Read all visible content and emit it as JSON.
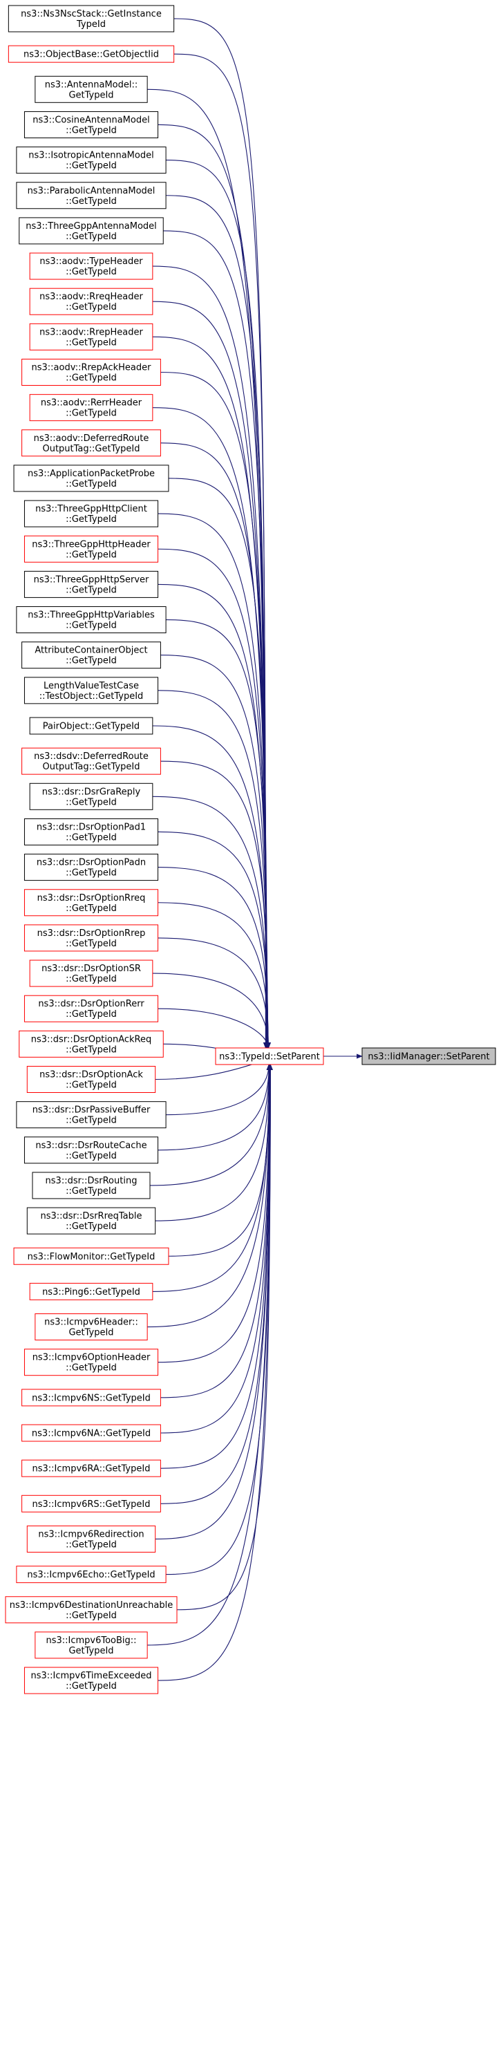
{
  "colors": {
    "edge": "#191970",
    "border_default": "#000000",
    "border_red": "#ff0000",
    "highlight_fill": "#bfbfbf"
  },
  "center": {
    "label": [
      "ns3::TypeId::SetParent"
    ],
    "border": "red"
  },
  "target": {
    "label": [
      "ns3::IidManager::SetParent"
    ],
    "border": "black",
    "highlight": true
  },
  "callers": [
    {
      "label": [
        "ns3::Ns3NscStack::GetInstance",
        "TypeId"
      ],
      "border": "black"
    },
    {
      "label": [
        "ns3::ObjectBase::GetObjectIid"
      ],
      "border": "red"
    },
    {
      "label": [
        "ns3::AntennaModel::",
        "GetTypeId"
      ],
      "border": "black"
    },
    {
      "label": [
        "ns3::CosineAntennaModel",
        "::GetTypeId"
      ],
      "border": "black"
    },
    {
      "label": [
        "ns3::IsotropicAntennaModel",
        "::GetTypeId"
      ],
      "border": "black"
    },
    {
      "label": [
        "ns3::ParabolicAntennaModel",
        "::GetTypeId"
      ],
      "border": "black"
    },
    {
      "label": [
        "ns3::ThreeGppAntennaModel",
        "::GetTypeId"
      ],
      "border": "black"
    },
    {
      "label": [
        "ns3::aodv::TypeHeader",
        "::GetTypeId"
      ],
      "border": "red"
    },
    {
      "label": [
        "ns3::aodv::RreqHeader",
        "::GetTypeId"
      ],
      "border": "red"
    },
    {
      "label": [
        "ns3::aodv::RrepHeader",
        "::GetTypeId"
      ],
      "border": "red"
    },
    {
      "label": [
        "ns3::aodv::RrepAckHeader",
        "::GetTypeId"
      ],
      "border": "red"
    },
    {
      "label": [
        "ns3::aodv::RerrHeader",
        "::GetTypeId"
      ],
      "border": "red"
    },
    {
      "label": [
        "ns3::aodv::DeferredRoute",
        "OutputTag::GetTypeId"
      ],
      "border": "red"
    },
    {
      "label": [
        "ns3::ApplicationPacketProbe",
        "::GetTypeId"
      ],
      "border": "black"
    },
    {
      "label": [
        "ns3::ThreeGppHttpClient",
        "::GetTypeId"
      ],
      "border": "black"
    },
    {
      "label": [
        "ns3::ThreeGppHttpHeader",
        "::GetTypeId"
      ],
      "border": "red"
    },
    {
      "label": [
        "ns3::ThreeGppHttpServer",
        "::GetTypeId"
      ],
      "border": "black"
    },
    {
      "label": [
        "ns3::ThreeGppHttpVariables",
        "::GetTypeId"
      ],
      "border": "black"
    },
    {
      "label": [
        "AttributeContainerObject",
        "::GetTypeId"
      ],
      "border": "black"
    },
    {
      "label": [
        "LengthValueTestCase",
        "::TestObject::GetTypeId"
      ],
      "border": "black"
    },
    {
      "label": [
        "PairObject::GetTypeId"
      ],
      "border": "black"
    },
    {
      "label": [
        "ns3::dsdv::DeferredRoute",
        "OutputTag::GetTypeId"
      ],
      "border": "red"
    },
    {
      "label": [
        "ns3::dsr::DsrGraReply",
        "::GetTypeId"
      ],
      "border": "black"
    },
    {
      "label": [
        "ns3::dsr::DsrOptionPad1",
        "::GetTypeId"
      ],
      "border": "black"
    },
    {
      "label": [
        "ns3::dsr::DsrOptionPadn",
        "::GetTypeId"
      ],
      "border": "black"
    },
    {
      "label": [
        "ns3::dsr::DsrOptionRreq",
        "::GetTypeId"
      ],
      "border": "red"
    },
    {
      "label": [
        "ns3::dsr::DsrOptionRrep",
        "::GetTypeId"
      ],
      "border": "red"
    },
    {
      "label": [
        "ns3::dsr::DsrOptionSR",
        "::GetTypeId"
      ],
      "border": "red"
    },
    {
      "label": [
        "ns3::dsr::DsrOptionRerr",
        "::GetTypeId"
      ],
      "border": "red"
    },
    {
      "label": [
        "ns3::dsr::DsrOptionAckReq",
        "::GetTypeId"
      ],
      "border": "red"
    },
    {
      "label": [
        "ns3::dsr::DsrOptionAck",
        "::GetTypeId"
      ],
      "border": "red"
    },
    {
      "label": [
        "ns3::dsr::DsrPassiveBuffer",
        "::GetTypeId"
      ],
      "border": "black"
    },
    {
      "label": [
        "ns3::dsr::DsrRouteCache",
        "::GetTypeId"
      ],
      "border": "black"
    },
    {
      "label": [
        "ns3::dsr::DsrRouting",
        "::GetTypeId"
      ],
      "border": "black"
    },
    {
      "label": [
        "ns3::dsr::DsrRreqTable",
        "::GetTypeId"
      ],
      "border": "black"
    },
    {
      "label": [
        "ns3::FlowMonitor::GetTypeId"
      ],
      "border": "red"
    },
    {
      "label": [
        "ns3::Ping6::GetTypeId"
      ],
      "border": "red"
    },
    {
      "label": [
        "ns3::Icmpv6Header::",
        "GetTypeId"
      ],
      "border": "red"
    },
    {
      "label": [
        "ns3::Icmpv6OptionHeader",
        "::GetTypeId"
      ],
      "border": "red"
    },
    {
      "label": [
        "ns3::Icmpv6NS::GetTypeId"
      ],
      "border": "red"
    },
    {
      "label": [
        "ns3::Icmpv6NA::GetTypeId"
      ],
      "border": "red"
    },
    {
      "label": [
        "ns3::Icmpv6RA::GetTypeId"
      ],
      "border": "red"
    },
    {
      "label": [
        "ns3::Icmpv6RS::GetTypeId"
      ],
      "border": "red"
    },
    {
      "label": [
        "ns3::Icmpv6Redirection",
        "::GetTypeId"
      ],
      "border": "red"
    },
    {
      "label": [
        "ns3::Icmpv6Echo::GetTypeId"
      ],
      "border": "red"
    },
    {
      "label": [
        "ns3::Icmpv6DestinationUnreachable",
        "::GetTypeId"
      ],
      "border": "red"
    },
    {
      "label": [
        "ns3::Icmpv6TooBig::",
        "GetTypeId"
      ],
      "border": "red"
    },
    {
      "label": [
        "ns3::Icmpv6TimeExceeded",
        "::GetTypeId"
      ],
      "border": "red"
    }
  ]
}
